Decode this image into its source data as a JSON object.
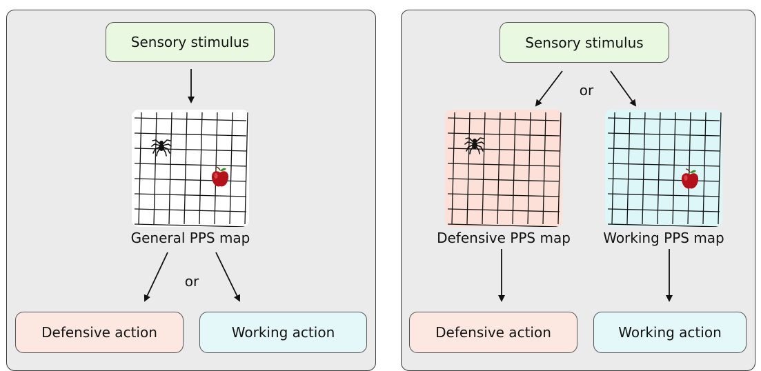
{
  "left_panel": {
    "stimulus": "Sensory stimulus",
    "map_label": "General PPS map",
    "or": "or",
    "defensive_action": "Defensive action",
    "working_action": "Working action"
  },
  "right_panel": {
    "stimulus": "Sensory stimulus",
    "or": "or",
    "defensive_map_label": "Defensive PPS map",
    "working_map_label": "Working PPS map",
    "defensive_action": "Defensive action",
    "working_action": "Working action"
  },
  "colors": {
    "stimulus_fill": "#e9f8e1",
    "defensive_fill": "#fce8e1",
    "working_fill": "#e4f8fa",
    "general_map_fill": "#ffffff",
    "defensive_map_fill": "#fde1d9",
    "working_map_fill": "#ddf7f9",
    "panel_fill": "#ebebeb"
  },
  "icons": [
    "spider-icon",
    "apple-icon"
  ]
}
